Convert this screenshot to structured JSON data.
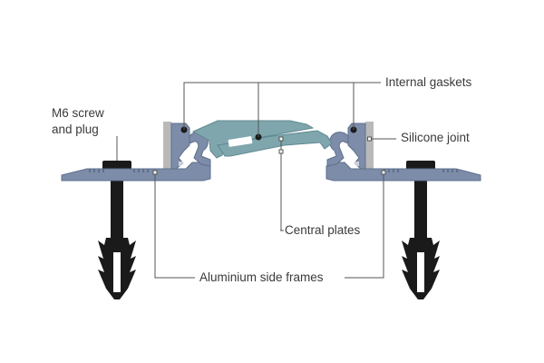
{
  "labels": {
    "m6_line1": "M6 screw",
    "m6_line2": "and plug",
    "internal_gaskets": "Internal gaskets",
    "silicone_joint": "Silicone joint",
    "central_plates": "Central plates",
    "aluminium_side_frames": "Aluminium side frames"
  },
  "colors": {
    "frame": "#7d8da9",
    "frame_edge": "#5f6f8c",
    "central_plate": "#7fa6ad",
    "silicone": "#b9b9b9",
    "screw": "#1a1a1a",
    "leader": "#555555",
    "text": "#3a3a3a"
  }
}
